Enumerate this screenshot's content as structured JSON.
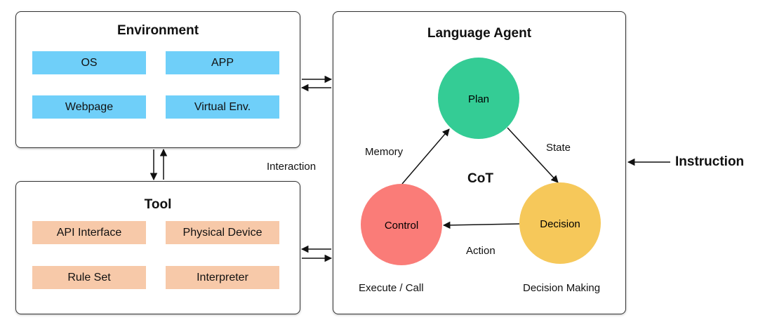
{
  "environment": {
    "title": "Environment",
    "items": [
      "OS",
      "APP",
      "Webpage",
      "Virtual Env."
    ],
    "chip_color": "#6fcff9"
  },
  "tool": {
    "title": "Tool",
    "items": [
      "API Interface",
      "Physical Device",
      "Rule Set",
      "Interpreter"
    ],
    "chip_color": "#f7c9a9"
  },
  "agent": {
    "title": "Language Agent",
    "center_label": "CoT",
    "nodes": {
      "plan": {
        "label": "Plan",
        "color": "#34cc95"
      },
      "control": {
        "label": "Control",
        "color": "#fa7c78"
      },
      "decision": {
        "label": "Decision",
        "color": "#f6c85a"
      }
    },
    "edges": {
      "memory": "Memory",
      "state": "State",
      "action": "Action"
    },
    "captions": {
      "control": "Execute / Call",
      "decision": "Decision Making"
    }
  },
  "links": {
    "interaction": "Interaction"
  },
  "instruction": "Instruction"
}
